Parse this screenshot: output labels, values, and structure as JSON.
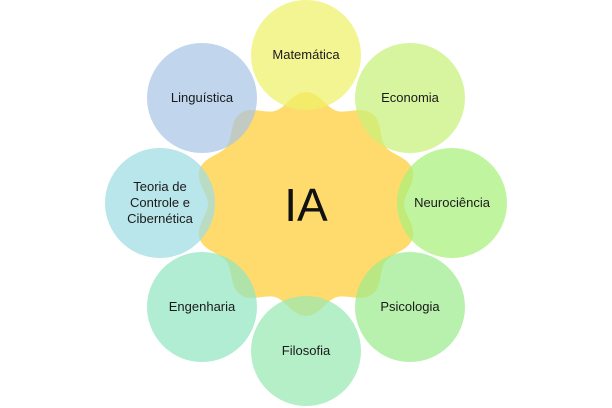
{
  "diagram": {
    "center": {
      "label": "IA",
      "color": "#FFD966"
    },
    "nodes": [
      {
        "id": "matematica",
        "lines": [
          "Matemática"
        ],
        "color": "#EEF16A"
      },
      {
        "id": "economia",
        "lines": [
          "Economia"
        ],
        "color": "#C7F17A"
      },
      {
        "id": "neurociencia",
        "lines": [
          "Neurociência"
        ],
        "color": "#A9F07A"
      },
      {
        "id": "psicologia",
        "lines": [
          "Psicologia"
        ],
        "color": "#9DEB8E"
      },
      {
        "id": "filosofia",
        "lines": [
          "Filosofia"
        ],
        "color": "#99E9B1"
      },
      {
        "id": "engenharia",
        "lines": [
          "Engenharia"
        ],
        "color": "#92E6C2"
      },
      {
        "id": "teoria-controle",
        "lines": [
          "Teoria de",
          "Controle e",
          "Cibernética"
        ],
        "color": "#9EDCE3"
      },
      {
        "id": "linguistica",
        "lines": [
          "Linguística"
        ],
        "color": "#A9C5E6"
      }
    ]
  }
}
